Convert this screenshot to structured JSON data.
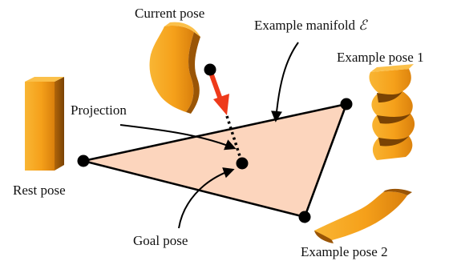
{
  "labels": {
    "current_pose": "Current pose",
    "example_manifold": "Example manifold",
    "manifold_symbol": "ℰ",
    "example_pose_1": "Example pose 1",
    "projection": "Projection",
    "rest_pose": "Rest pose",
    "goal_pose": "Goal pose",
    "example_pose_2": "Example pose 2"
  },
  "colors": {
    "manifold_fill": "#fcd5bd",
    "shape_orange": "#f7a21b",
    "shape_dark": "#a85d05",
    "arrow_red": "#ee3a1a",
    "ink": "#000000"
  },
  "icons": {
    "rest_pose_shape": "upright-bar-icon",
    "current_pose_shape": "bent-bar-icon",
    "example_pose_1_shape": "twisted-bar-icon",
    "example_pose_2_shape": "curved-bar-icon"
  }
}
